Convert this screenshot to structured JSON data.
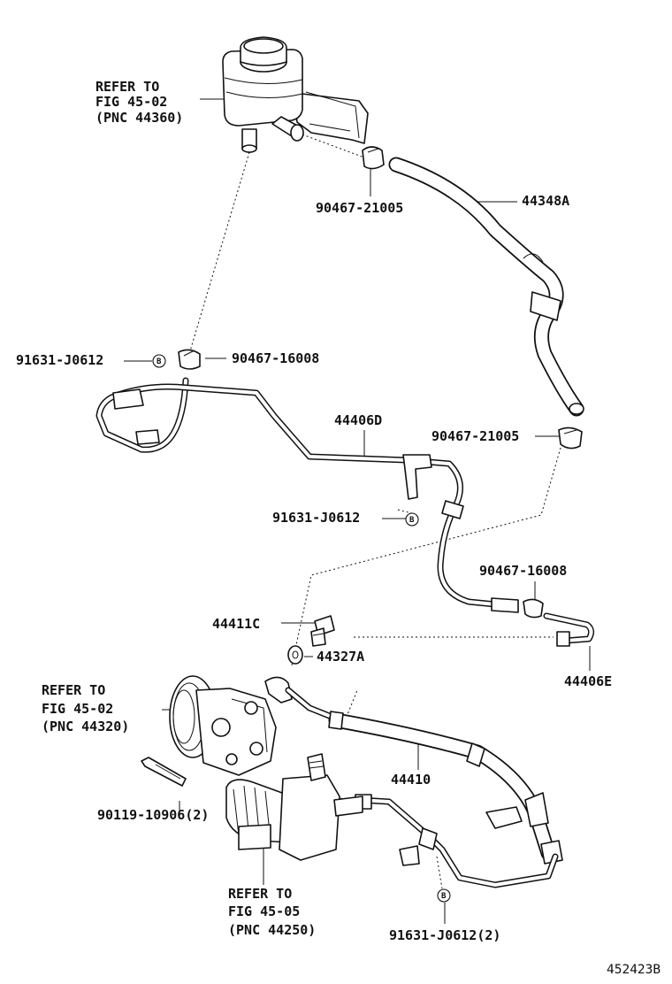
{
  "labels": {
    "ref_reservoir": [
      "REFER TO",
      "FIG 45-02",
      "(PNC 44360)"
    ],
    "clamp_top": "90467-21005",
    "hose_return": "44348A",
    "bolt_left": "91631-J0612",
    "clamp_left": "90467-16008",
    "pipe_return": "44406D",
    "bolt_mid": "91631-J0612",
    "clamp_mid": "90467-21005",
    "clamp_right": "90467-16008",
    "union_bolt": "44411C",
    "gasket": "44327A",
    "pipe_right": "44406E",
    "ref_pump": [
      "REFER TO",
      "FIG 45-02",
      "(PNC 44320)"
    ],
    "pressure_hose": "44410",
    "pump_bolt": "90119-10906(2)",
    "ref_gear": [
      "REFER TO",
      "FIG 45-05",
      "(PNC 44250)"
    ],
    "bolt_bottom": "91631-J0612(2)",
    "callout_b": "B",
    "figure_id": "452423B"
  }
}
